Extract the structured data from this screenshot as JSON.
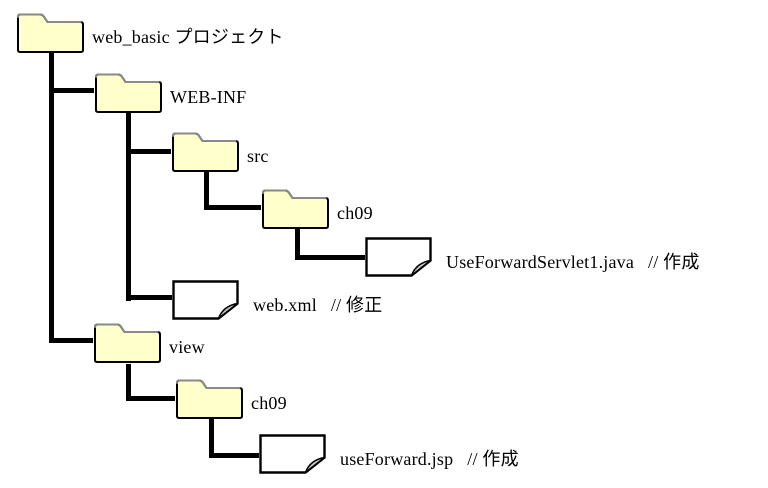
{
  "diagram": {
    "type": "directory-tree",
    "colors": {
      "background": "#ffffff",
      "folder_fill": "#ffffcc",
      "folder_outline": "#000000",
      "folder_top_highlight": "#8a8a8a",
      "file_fill": "#ffffff",
      "file_fold_shade": "#c8c8c8",
      "connector": "#000000",
      "text": "#000000"
    },
    "nodes": [
      {
        "id": "web_basic",
        "type": "folder",
        "label": "web_basic プロジェクト",
        "parent": null
      },
      {
        "id": "web_inf",
        "type": "folder",
        "label": "WEB-INF",
        "parent": "web_basic"
      },
      {
        "id": "src",
        "type": "folder",
        "label": "src",
        "parent": "web_inf"
      },
      {
        "id": "ch09_src",
        "type": "folder",
        "label": "ch09",
        "parent": "src"
      },
      {
        "id": "useforwardservlet1_java",
        "type": "file",
        "label": "UseForwardServlet1.java",
        "annotation": "// 作成",
        "parent": "ch09_src"
      },
      {
        "id": "web_xml",
        "type": "file",
        "label": "web.xml",
        "annotation": "// 修正",
        "parent": "web_inf"
      },
      {
        "id": "view",
        "type": "folder",
        "label": "view",
        "parent": "web_basic"
      },
      {
        "id": "ch09_view",
        "type": "folder",
        "label": "ch09",
        "parent": "view"
      },
      {
        "id": "useforward_jsp",
        "type": "file",
        "label": "useForward.jsp",
        "annotation": "// 作成",
        "parent": "ch09_view"
      }
    ]
  }
}
